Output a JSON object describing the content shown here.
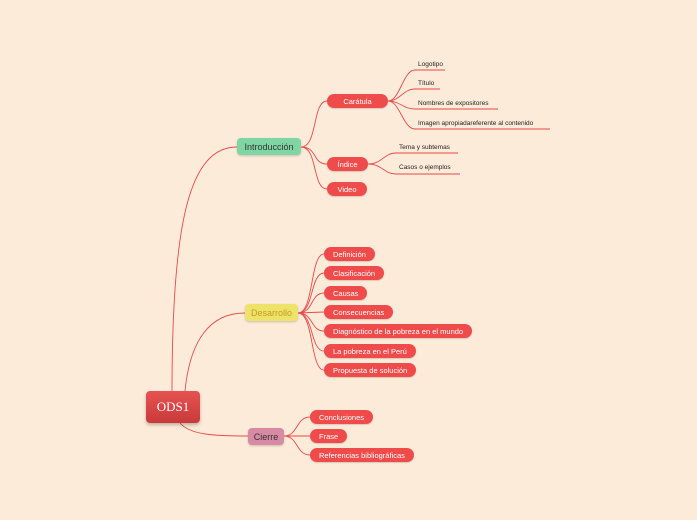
{
  "root": {
    "label": "ODS1"
  },
  "colors": {
    "background": "#fdebd9",
    "connector": "#e84a4a",
    "pill": "#f04b4b",
    "root": "#d94343"
  },
  "branches": {
    "introduccion": {
      "label": "Introducción",
      "caratula": {
        "label": "Carátula",
        "items": [
          "Logotipo",
          "Título",
          "Nombres de expositores",
          "Imagen apropiadareferente al contenido"
        ]
      },
      "indice": {
        "label": "Índice",
        "items": [
          "Tema y subtemas",
          "Casos o ejemplos"
        ]
      },
      "video": {
        "label": "Video"
      }
    },
    "desarrollo": {
      "label": "Desarrollo",
      "items": [
        "Definición",
        "Clasificación",
        "Causas",
        "Consecuencias",
        "Diagnóstico de la pobreza en el mundo",
        "La pobreza en el Perú",
        "Propuesta de solución"
      ]
    },
    "cierre": {
      "label": "Cierre",
      "items": [
        "Conclusiones",
        "Frase",
        "Referencias bibliográficas"
      ]
    }
  }
}
